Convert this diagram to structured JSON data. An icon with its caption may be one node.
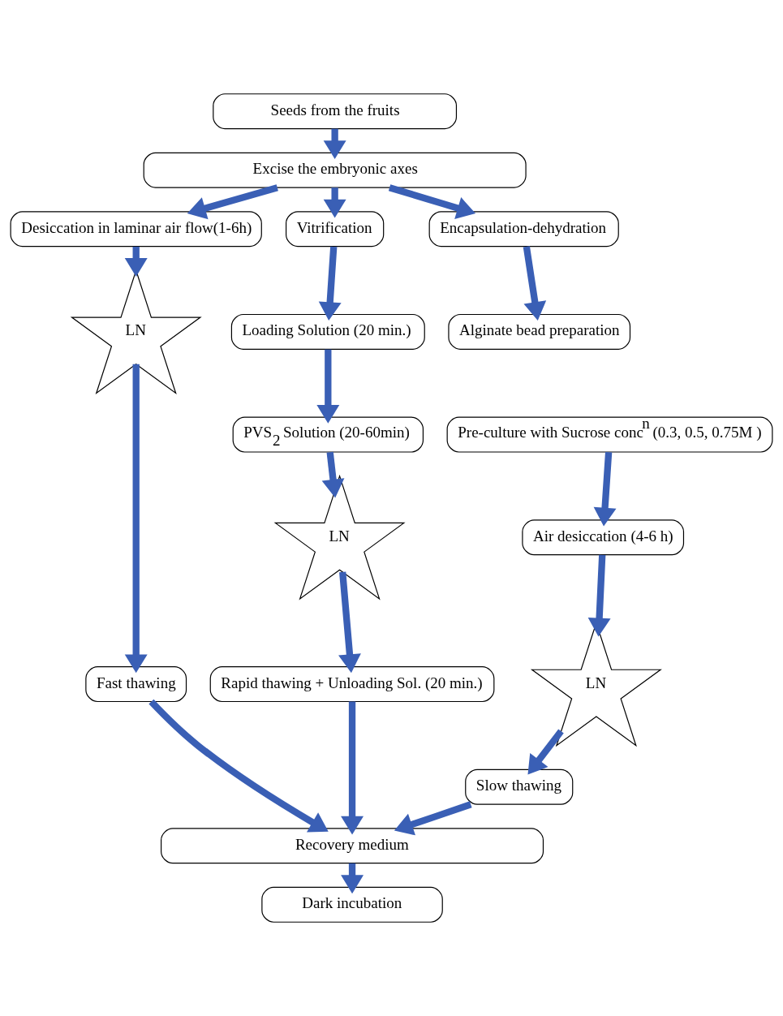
{
  "diagram": {
    "nodes": [
      {
        "text": [
          "Seeds from the fruits"
        ]
      },
      {
        "text": [
          "Excise the embryonic axes"
        ]
      },
      {
        "text": [
          "Desiccation in laminar air flow(1-6h)"
        ]
      },
      {
        "text": [
          "Vitrification"
        ]
      },
      {
        "text": [
          "Encapsulation-dehydration"
        ]
      },
      {
        "text": [
          "LN"
        ]
      },
      {
        "text": [
          "Loading Solution (20 min.)"
        ]
      },
      {
        "text": [
          "Alginate bead preparation"
        ]
      },
      {
        "text": [
          "PVS$_{2}$ Solution (20-60min)"
        ]
      },
      {
        "text": [
          "Pre-culture with Sucrose conc$^{n}$ (0.3, 0.5, 0.75M )"
        ]
      },
      {
        "text": [
          "LN"
        ]
      },
      {
        "text": [
          "Air desiccation (4-6 h)"
        ]
      },
      {
        "text": [
          "Fast thawing"
        ]
      },
      {
        "text": [
          "Rapid thawing + Unloading Sol. (20 min.)"
        ]
      },
      {
        "text": [
          "LN"
        ]
      },
      {
        "text": [
          "Slow thawing"
        ]
      },
      {
        "text": [
          "Recovery medium"
        ]
      },
      {
        "text": [
          "Dark incubation"
        ]
      }
    ],
    "edges": [
      {
        "from": 0,
        "to": 1,
        "arrow": "to"
      },
      {
        "from": 1,
        "to": 2,
        "arrow": "to"
      },
      {
        "from": 1,
        "to": 3,
        "arrow": "to"
      },
      {
        "from": 1,
        "to": 4,
        "arrow": "to"
      },
      {
        "from": 2,
        "to": 5,
        "arrow": "to"
      },
      {
        "from": 3,
        "to": 6,
        "arrow": "to"
      },
      {
        "from": 4,
        "to": 7,
        "arrow": "to"
      },
      {
        "from": 5,
        "to": 12,
        "arrow": "to"
      },
      {
        "from": 6,
        "to": 8,
        "arrow": "to"
      },
      {
        "from": 8,
        "to": 10,
        "arrow": "to"
      },
      {
        "from": 9,
        "to": 11,
        "arrow": "to"
      },
      {
        "from": 10,
        "to": 13,
        "arrow": "to"
      },
      {
        "from": 11,
        "to": 14,
        "arrow": "to"
      },
      {
        "from": 14,
        "to": 15,
        "arrow": "to"
      },
      {
        "from": 12,
        "to": 16,
        "arrow": "to"
      },
      {
        "from": 13,
        "to": 16,
        "arrow": "to"
      },
      {
        "from": 15,
        "to": 16,
        "arrow": "to"
      },
      {
        "from": 16,
        "to": 17,
        "arrow": "to"
      }
    ]
  }
}
